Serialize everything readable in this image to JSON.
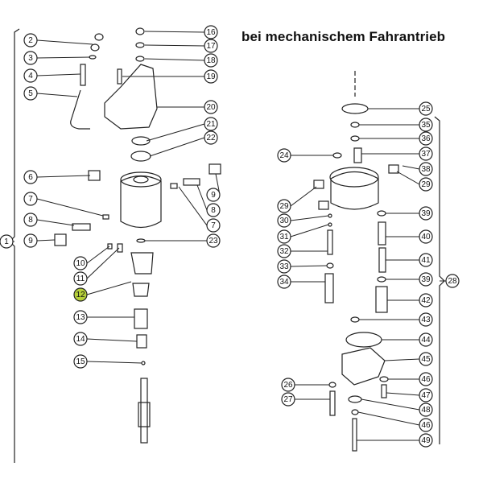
{
  "title": "bei mechanischem Fahrantrieb",
  "highlight_color": "#b5cf3a",
  "callouts": [
    "1",
    "2",
    "3",
    "4",
    "5",
    "6",
    "7",
    "8",
    "9",
    "10",
    "11",
    "12",
    "13",
    "14",
    "15",
    "16",
    "17",
    "18",
    "19",
    "20",
    "21",
    "22",
    "9",
    "8",
    "7",
    "23",
    "24",
    "25",
    "35",
    "36",
    "37",
    "38",
    "29",
    "29",
    "30",
    "31",
    "32",
    "33",
    "34",
    "39",
    "40",
    "41",
    "39",
    "42",
    "43",
    "44",
    "45",
    "46",
    "47",
    "48",
    "46",
    "49",
    "26",
    "27",
    "28"
  ],
  "highlighted_callout": "12"
}
